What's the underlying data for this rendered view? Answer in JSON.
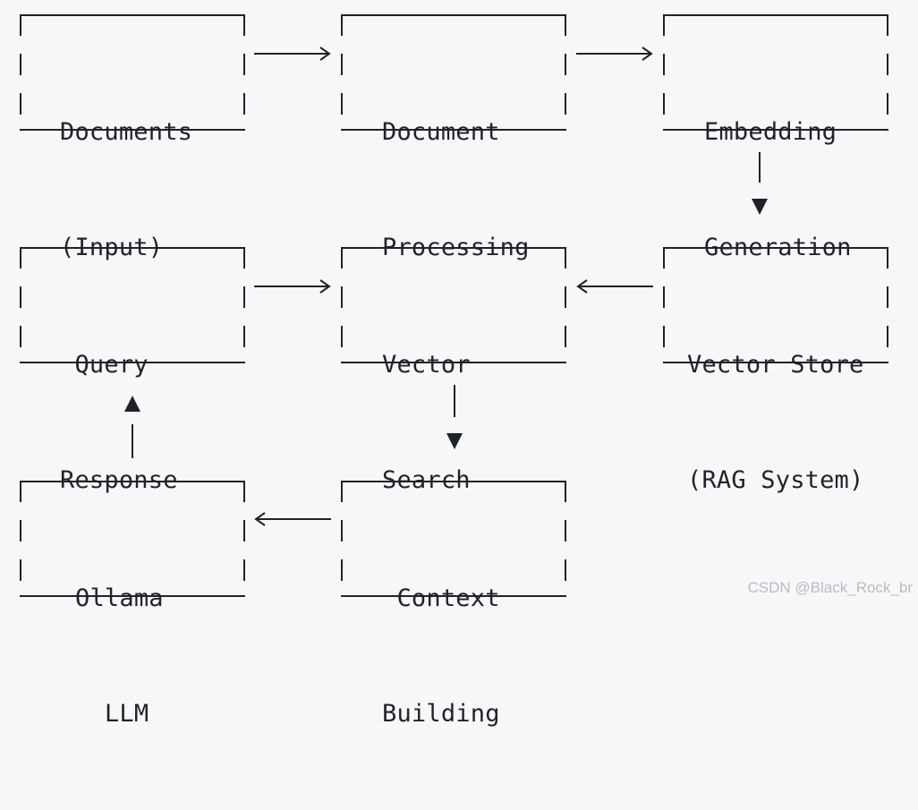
{
  "diagram": {
    "nodes": [
      {
        "id": "documents-input",
        "lines": [
          "Documents",
          "(Input)"
        ]
      },
      {
        "id": "document-processing",
        "lines": [
          "Document",
          "Processing"
        ]
      },
      {
        "id": "embedding-generation",
        "lines": [
          "Embedding",
          "Generation"
        ]
      },
      {
        "id": "query-response",
        "lines": [
          " Query",
          "Response"
        ]
      },
      {
        "id": "vector-search",
        "lines": [
          "Vector",
          "Search"
        ]
      },
      {
        "id": "vector-store",
        "lines": [
          "Vector Store",
          "(RAG System)"
        ]
      },
      {
        "id": "ollama-llm",
        "lines": [
          "Ollama",
          "  LLM"
        ]
      },
      {
        "id": "context-building",
        "lines": [
          " Context",
          "Building"
        ]
      }
    ],
    "edges": [
      {
        "from": "documents-input",
        "to": "document-processing"
      },
      {
        "from": "document-processing",
        "to": "embedding-generation"
      },
      {
        "from": "embedding-generation",
        "to": "vector-store"
      },
      {
        "from": "vector-store",
        "to": "vector-search"
      },
      {
        "from": "query-response",
        "to": "vector-search"
      },
      {
        "from": "vector-search",
        "to": "context-building"
      },
      {
        "from": "context-building",
        "to": "ollama-llm"
      },
      {
        "from": "ollama-llm",
        "to": "query-response"
      }
    ]
  },
  "watermark": "CSDN @Black_Rock_br",
  "colors": {
    "background": "#f6f7f9",
    "foreground": "#1f2328",
    "watermark": "#b9bcc2"
  }
}
